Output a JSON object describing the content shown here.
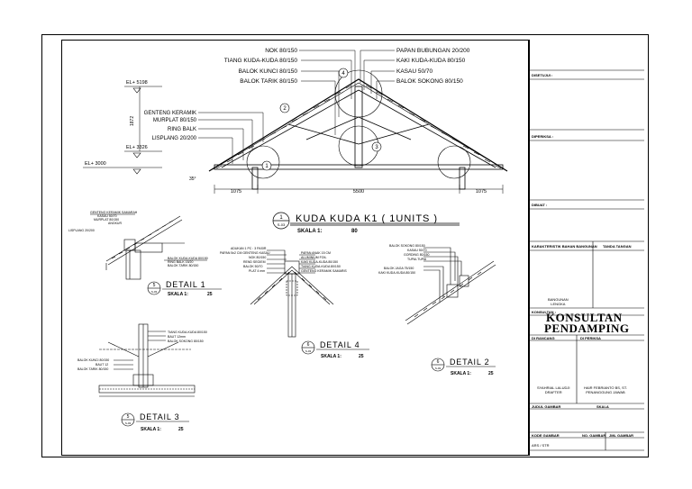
{
  "main_labels": {
    "nok": "NOK 80/150",
    "tiang": "TIANG KUDA-KUDA 80/150",
    "balok_kunci": "BALOK KUNCI 80/150",
    "balok_tarik": "BALOK TARIK 80/150",
    "papan_bubungan": "PAPAN BUBUNGAN 20/200",
    "kaki_kuda": "KAKI KUDA-KUDA 80/150",
    "kasau": "KASAU 50/70",
    "balok_sokong": "BALOK SOKONG 80/150",
    "genteng": "GENTENG KERAMIK",
    "murplat": "MURPLAT 80/150",
    "ring_balk": "RING BALK",
    "lisplang": "LISPLANG 20/200",
    "el_top": "EL+ 5198",
    "el_mid": "EL+ 3326",
    "el_bot": "EL+ 3000",
    "dim_vertical": "1872",
    "dim_left": "1075",
    "dim_center": "5500",
    "dim_right": "1075",
    "slope": "35°",
    "circle_1": "1",
    "circle_2": "2",
    "circle_3": "3",
    "circle_4": "4"
  },
  "main_title": {
    "number": "1",
    "sheet": "S-03",
    "text": "KUDA KUDA K1 ( 1UNITS )",
    "scale_label": "SKALA 1:",
    "scale_value": "80"
  },
  "detail1": {
    "labels": [
      "GENTENG KERAMIK SAMARAH",
      "KASAU 50/70",
      "MURPLAT 80/150",
      "ANGKUR",
      "LISPLANG 20/200",
      "BALOK KUDA-KUDA 80/150",
      "RING BALK 15/20",
      "BALOK TARIK 80/150"
    ],
    "number": "5",
    "sheet": "S-03",
    "title": "DETAIL 1",
    "scale_label": "SKALA 1:",
    "scale_value": "25"
  },
  "detail2": {
    "labels": [
      "BALOK SOKONG 80/150",
      "KASAU 50/70",
      "GORDING 80/150",
      "TUPAI-TUPAI",
      "BALOK JAGA 75/150",
      "KAKI KUDA-KUDA 80/150"
    ],
    "number": "6",
    "sheet": "S-03",
    "title": "DETAIL 2",
    "scale_label": "SKALA 1:",
    "scale_value": "25"
  },
  "detail3": {
    "labels": [
      "TIANG KUDA-KUDA 80/150",
      "BAUT 12mm",
      "BALOK SOKONG 80/150",
      "BALOK KUNCI 80/150",
      "BAUT 12",
      "BALOK TARIK 80/150"
    ],
    "number": "5",
    "sheet": "S-03",
    "title": "DETAIL 3",
    "scale_label": "SKALA 1:",
    "scale_value": "25"
  },
  "detail4": {
    "labels": [
      "ADUKAN 1 PC : 3 PASIR",
      "PAPAN 5x2 CM GENTENG KASAU",
      "NOK 80/150",
      "REND SEGIEM",
      "BALOK 50/70",
      "PLAT 4 mm",
      "PAPAN ANAK 15 CM",
      "ALUMINIUM FOIL",
      "KAKI KUDA-KUDA 80/150",
      "TIANG KUDA-KUDA 80/150",
      "GENTENG KERAMIK SAMARIS"
    ],
    "number": "6",
    "sheet": "S-03",
    "title": "DETAIL 4",
    "scale_label": "SKALA 1:",
    "scale_value": "25"
  },
  "titleblock": {
    "disetujui": "DISETUJUI :",
    "diperiksa": "DIPERIKSA :",
    "dibuat": "DIBUAT :",
    "kepala": "KARAKTERISTIK BAHAN BANGUNAN",
    "tanda_tangan": "TANDA TANGAN",
    "kolom_kiri": "BANGUNAN\nLENGKA",
    "konsultan_kecil": "KONSULTAN :",
    "konsultan_1": "KONSULTAN",
    "konsultan_2": "PENDAMPING",
    "row1_left": "DI RANCANG",
    "row1_right": "DI PERIKSA",
    "drafter": "SYAHRIAL LALUDJI\nDRAFTER",
    "checker": "HAIR FEBRIANTO BS, ST.\nPENANGGUNG JAWAB",
    "judul": "JUDUL GAMBAR",
    "skala": "SKALA",
    "kode": "KODE GAMBAR",
    "no_gambar": "NO. GAMBAR",
    "jml": "JML GAMBAR",
    "ars": "ARS / STR"
  }
}
